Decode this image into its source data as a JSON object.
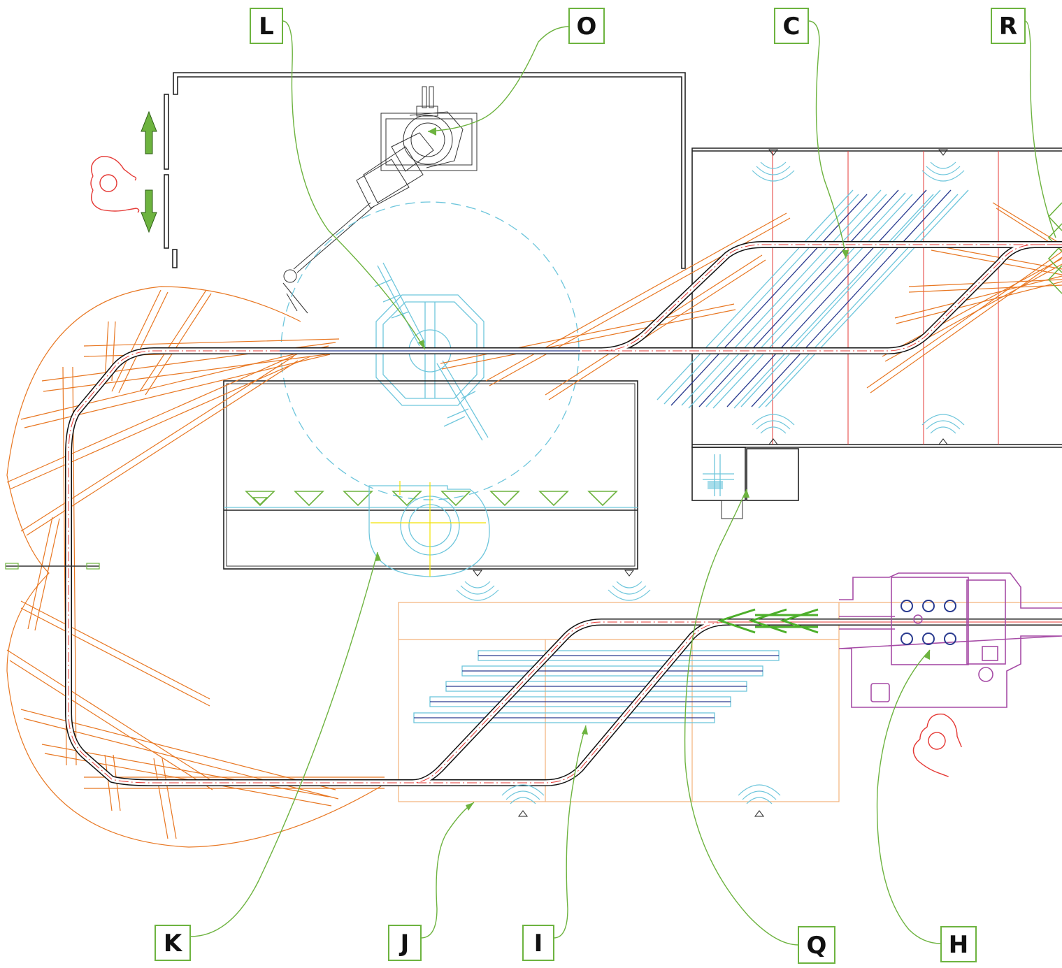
{
  "diagram": {
    "callouts": [
      {
        "id": "L",
        "label": "L"
      },
      {
        "id": "O",
        "label": "O"
      },
      {
        "id": "C",
        "label": "C"
      },
      {
        "id": "R",
        "label": "R"
      },
      {
        "id": "K",
        "label": "K"
      },
      {
        "id": "J",
        "label": "J"
      },
      {
        "id": "I",
        "label": "I"
      },
      {
        "id": "Q",
        "label": "Q"
      },
      {
        "id": "H",
        "label": "H"
      }
    ],
    "colors": {
      "leader": "#6db33f",
      "track": "#111111",
      "track_centerline": "#e53935",
      "orange_parts": "#e87722",
      "cyan_parts": "#6ec6dc",
      "navy_parts": "#2a3b8f",
      "machine": "#a64ca6",
      "operator": "#e53935",
      "direction_arrows": "#6db33f"
    },
    "icons": [
      "robot-arm-icon",
      "operator-icon",
      "up-arrow-icon",
      "down-arrow-icon",
      "sensor-icon",
      "chevron-arrow-icon"
    ]
  }
}
